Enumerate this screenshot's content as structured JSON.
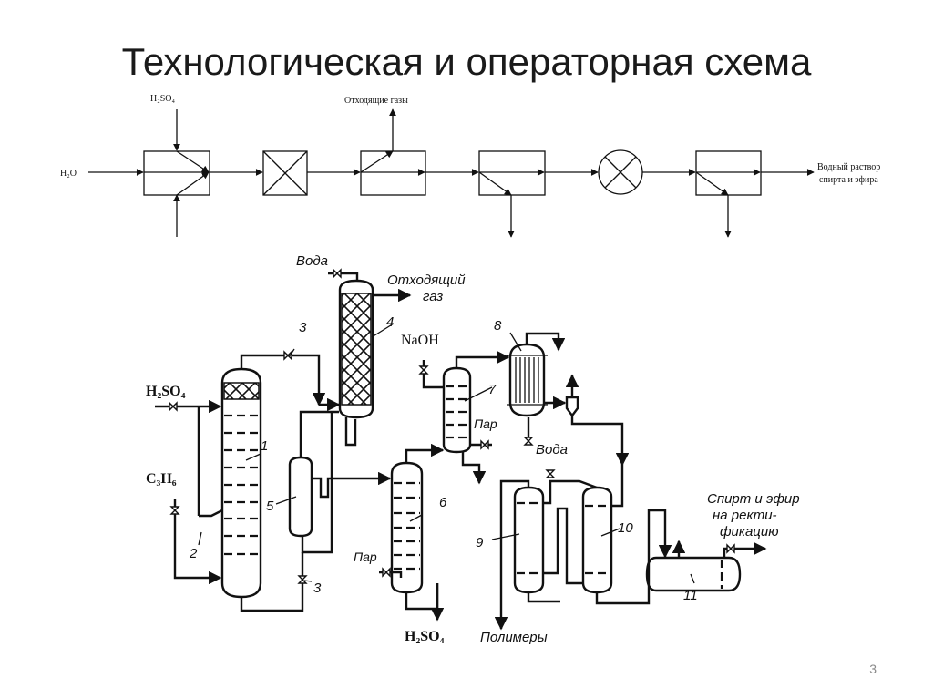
{
  "slide": {
    "title": "Технологическая и операторная схема",
    "page_number": "3"
  },
  "block_diagram": {
    "inputs": {
      "water": "H₂O",
      "acid": "H₂SO₄"
    },
    "off_gas": "Отходящие газы",
    "output_line1": "Водный раствор",
    "output_line2": "спирта и эфира",
    "operators": [
      "mixing",
      "reaction",
      "separation-gas",
      "separation",
      "heat-exchange",
      "separation"
    ]
  },
  "process_scheme": {
    "labels": {
      "water_top": "Вода",
      "off_gas_line1": "Отходящий",
      "off_gas_line2": "газ",
      "naoh": "NaOH",
      "h2so4_in": "H₂SO₄",
      "propylene": "C₃H₆",
      "steam_1": "Пар",
      "steam_2": "Пар",
      "water_8": "Вода",
      "h2so4_out": "H₂SO₄",
      "polymers": "Полимеры",
      "product_line1": "Спирт и эфир",
      "product_line2": "на ректи-",
      "product_line3": "фикацию"
    },
    "equipment_numbers": [
      "1",
      "2",
      "3",
      "3",
      "4",
      "5",
      "6",
      "7",
      "8",
      "9",
      "10",
      "11"
    ]
  }
}
